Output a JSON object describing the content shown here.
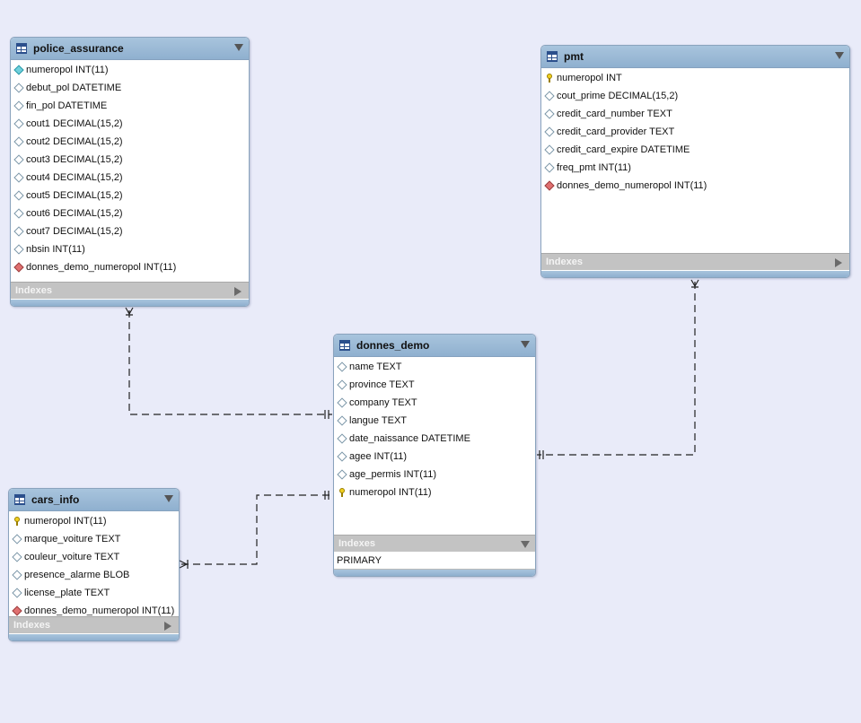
{
  "tables": {
    "police_assurance": {
      "name": "police_assurance",
      "columns": [
        {
          "icon": "pk-filled-diamond-icon",
          "text": "numeropol INT(11)"
        },
        {
          "icon": "attribute-diamond-icon",
          "text": "debut_pol DATETIME"
        },
        {
          "icon": "attribute-diamond-icon",
          "text": "fin_pol DATETIME"
        },
        {
          "icon": "attribute-diamond-icon",
          "text": "cout1 DECIMAL(15,2)"
        },
        {
          "icon": "attribute-diamond-icon",
          "text": "cout2 DECIMAL(15,2)"
        },
        {
          "icon": "attribute-diamond-icon",
          "text": "cout3 DECIMAL(15,2)"
        },
        {
          "icon": "attribute-diamond-icon",
          "text": "cout4 DECIMAL(15,2)"
        },
        {
          "icon": "attribute-diamond-icon",
          "text": "cout5 DECIMAL(15,2)"
        },
        {
          "icon": "attribute-diamond-icon",
          "text": "cout6 DECIMAL(15,2)"
        },
        {
          "icon": "attribute-diamond-icon",
          "text": "cout7 DECIMAL(15,2)"
        },
        {
          "icon": "attribute-diamond-icon",
          "text": "nbsin INT(11)"
        },
        {
          "icon": "foreign-key-diamond-icon",
          "text": "donnes_demo_numeropol INT(11)"
        }
      ],
      "indexes_label": "Indexes"
    },
    "pmt": {
      "name": "pmt",
      "columns": [
        {
          "icon": "primary-key-icon",
          "text": "numeropol INT"
        },
        {
          "icon": "attribute-diamond-icon",
          "text": "cout_prime DECIMAL(15,2)"
        },
        {
          "icon": "attribute-diamond-icon",
          "text": "credit_card_number TEXT"
        },
        {
          "icon": "attribute-diamond-icon",
          "text": "credit_card_provider TEXT"
        },
        {
          "icon": "attribute-diamond-icon",
          "text": "credit_card_expire DATETIME"
        },
        {
          "icon": "attribute-diamond-icon",
          "text": "freq_pmt INT(11)"
        },
        {
          "icon": "foreign-key-diamond-icon",
          "text": "donnes_demo_numeropol INT(11)"
        }
      ],
      "indexes_label": "Indexes"
    },
    "donnes_demo": {
      "name": "donnes_demo",
      "columns": [
        {
          "icon": "attribute-diamond-icon",
          "text": "name TEXT"
        },
        {
          "icon": "attribute-diamond-icon",
          "text": "province TEXT"
        },
        {
          "icon": "attribute-diamond-icon",
          "text": "company TEXT"
        },
        {
          "icon": "attribute-diamond-icon",
          "text": "langue TEXT"
        },
        {
          "icon": "attribute-diamond-icon",
          "text": "date_naissance DATETIME"
        },
        {
          "icon": "attribute-diamond-icon",
          "text": "agee INT(11)"
        },
        {
          "icon": "attribute-diamond-icon",
          "text": "age_permis INT(11)"
        },
        {
          "icon": "primary-key-icon",
          "text": "numeropol INT(11)"
        }
      ],
      "indexes_label": "Indexes",
      "indexes": [
        "PRIMARY"
      ]
    },
    "cars_info": {
      "name": "cars_info",
      "columns": [
        {
          "icon": "primary-key-icon",
          "text": "numeropol INT(11)"
        },
        {
          "icon": "attribute-diamond-icon",
          "text": "marque_voiture TEXT"
        },
        {
          "icon": "attribute-diamond-icon",
          "text": "couleur_voiture TEXT"
        },
        {
          "icon": "attribute-diamond-icon",
          "text": "presence_alarme BLOB"
        },
        {
          "icon": "attribute-diamond-icon",
          "text": "license_plate TEXT"
        },
        {
          "icon": "foreign-key-diamond-icon",
          "text": "donnes_demo_numeropol INT(11)"
        }
      ],
      "indexes_label": "Indexes"
    }
  },
  "colors": {
    "canvas": "#e9ebf9",
    "header": "#9bbad6",
    "connector": "#222222",
    "indexes_bar": "#c3c3c3"
  }
}
